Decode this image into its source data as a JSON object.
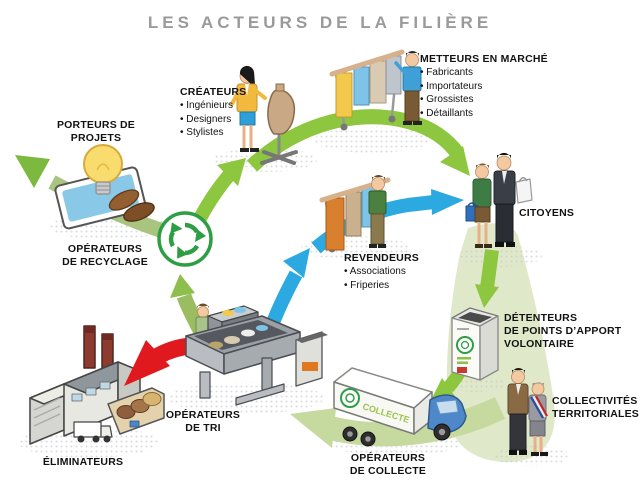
{
  "title": "LES ACTEURS DE LA FILIÈRE",
  "nodes": {
    "createurs": {
      "title": "CRÉATEURS",
      "items": [
        "• Ingénieurs",
        "• Designers",
        "• Stylistes"
      ]
    },
    "metteurs": {
      "title": "METTEURS EN MARCHÉ",
      "items": [
        "• Fabricants",
        "• Importateurs",
        "• Grossistes",
        "• Détaillants"
      ]
    },
    "porteurs": {
      "line1": "PORTEURS DE",
      "line2": "PROJETS"
    },
    "recyclage": {
      "line1": "OPÉRATEURS",
      "line2": "DE RECYCLAGE"
    },
    "revendeurs": {
      "title": "REVENDEURS",
      "items": [
        "• Associations",
        "• Friperies"
      ]
    },
    "citoyens": {
      "title": "CITOYENS"
    },
    "detenteurs": {
      "line1": "DÉTENTEURS",
      "line2": "DE POINTS D’APPORT",
      "line3": "VOLONTAIRE"
    },
    "collectivites": {
      "line1": "COLLECTIVITÉS",
      "line2": "TERRITORIALES"
    },
    "tri": {
      "line1": "OPÉRATEURS",
      "line2": "DE TRI"
    },
    "collecte": {
      "line1": "OPÉRATEURS",
      "line2": "DE COLLECTE",
      "truck_text": "COLLECTE"
    },
    "eliminateurs": {
      "title": "ÉLIMINATEURS"
    }
  },
  "colors": {
    "title_gray": "#9A9A9A",
    "label_black": "#121212",
    "green_bright": "#8DC63F",
    "green_olive": "#A9C47E",
    "green_light": "#C6D99E",
    "green_swath": "#DFE9C9",
    "recycle_green": "#2E9E44",
    "blue": "#2BA9E0",
    "red": "#E0191F"
  }
}
